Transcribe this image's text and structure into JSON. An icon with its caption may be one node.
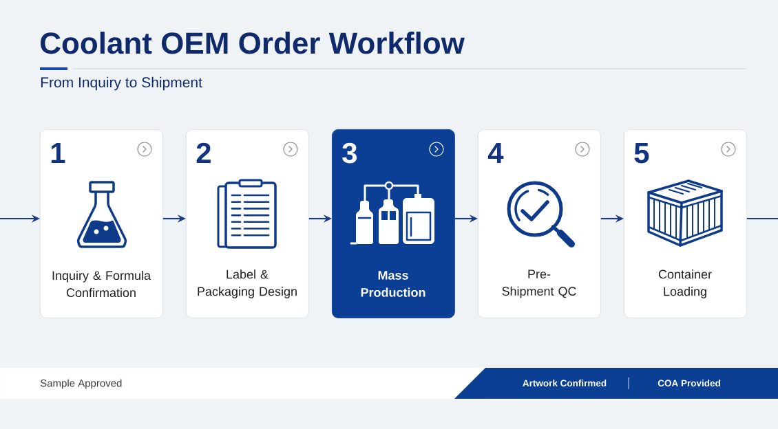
{
  "diagram": {
    "title": "Coolant OEM Order Workflow",
    "nodes": [
      {
        "text": [
          "1",
          "Inquiry & Formula Confirmation"
        ]
      },
      {
        "text": [
          "2",
          "Label & Packaging Design"
        ]
      },
      {
        "text": [
          "3",
          "Mass Production"
        ]
      },
      {
        "text": [
          "4",
          "Pre- Shipment QC"
        ]
      },
      {
        "text": [
          "5",
          "Container Loading"
        ]
      },
      {
        "text": [
          "Sample Approved"
        ]
      },
      {
        "text": [
          "Artwork Confirmed",
          "COA Provided"
        ]
      }
    ],
    "edges": [
      {
        "from": null,
        "to": 0,
        "arrow": "to"
      },
      {
        "from": 0,
        "to": 1,
        "arrow": "to"
      },
      {
        "from": 1,
        "to": 2,
        "arrow": "to"
      },
      {
        "from": 2,
        "to": 3,
        "arrow": "to"
      },
      {
        "from": 3,
        "to": 4,
        "arrow": "to"
      },
      {
        "from": 4,
        "to": null,
        "arrow": "none"
      }
    ],
    "labels": [
      "From Inquiry to Shipment"
    ]
  }
}
